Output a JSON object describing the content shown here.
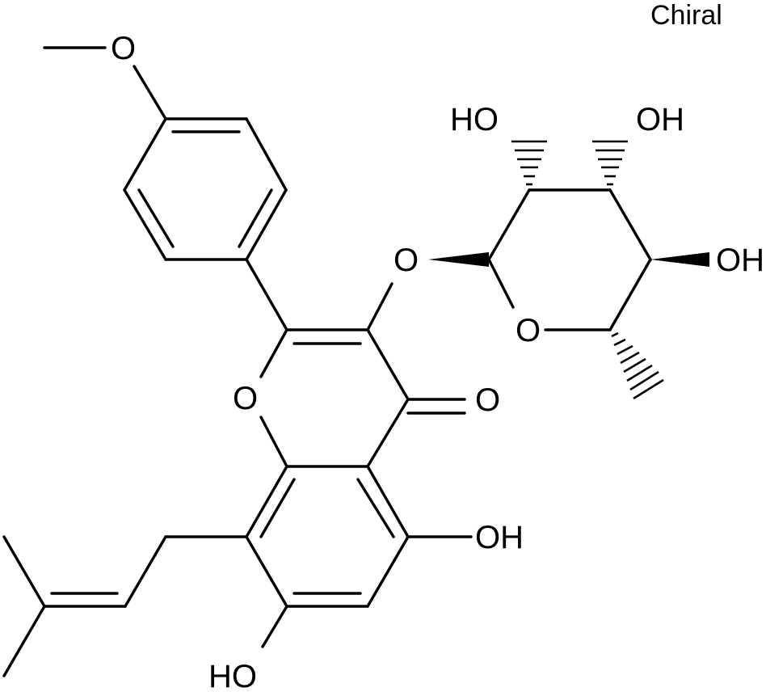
{
  "molecule": {
    "chirality_label": "Chiral",
    "atoms": {
      "methoxy_o": "O",
      "ring_o": "O",
      "glycosidic_o": "O",
      "sugar_ring_o": "O",
      "carbonyl_o": "O",
      "oh_sugar_1": "HO",
      "oh_sugar_2": "OH",
      "oh_sugar_3": "OH",
      "oh_5": "OH",
      "oh_7": "HO"
    }
  }
}
